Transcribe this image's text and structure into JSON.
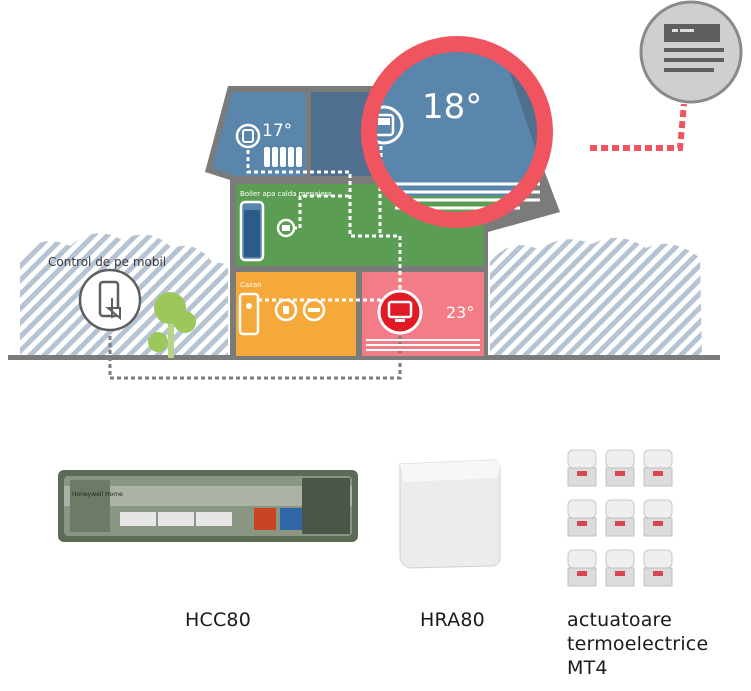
{
  "colors": {
    "roof_blue": "#5a86ab",
    "roof_dark": "#4e6f8e",
    "room_green": "#5b9d52",
    "room_orange": "#f4a93a",
    "room_pink": "#f47c87",
    "highlight_red": "#e8485a",
    "wall_grey": "#7b7b7b",
    "hatch": "#b5c3d3"
  },
  "diagram": {
    "temp_room1": "17°",
    "temp_zoom": "18°",
    "temp_room_pink": "23°",
    "boiler_label": "Boiler apa calda menajera",
    "cazan_label": "Cazan",
    "mobile_label": "Control de pe mobil"
  },
  "products": {
    "hcc80": {
      "label": "HCC80",
      "brand": "Honeywell Home"
    },
    "hra80": {
      "label": "HRA80"
    },
    "mt4": {
      "label_lines": [
        "actuatoare",
        "termoelectrice",
        "MT4"
      ]
    }
  },
  "icons": [
    "thermostat-icon",
    "radiator-icon",
    "water-tank-icon",
    "boiler-icon",
    "valve-icon",
    "controller-screen-icon",
    "smartphone-touch-icon",
    "tree-icon",
    "meter-icon"
  ]
}
